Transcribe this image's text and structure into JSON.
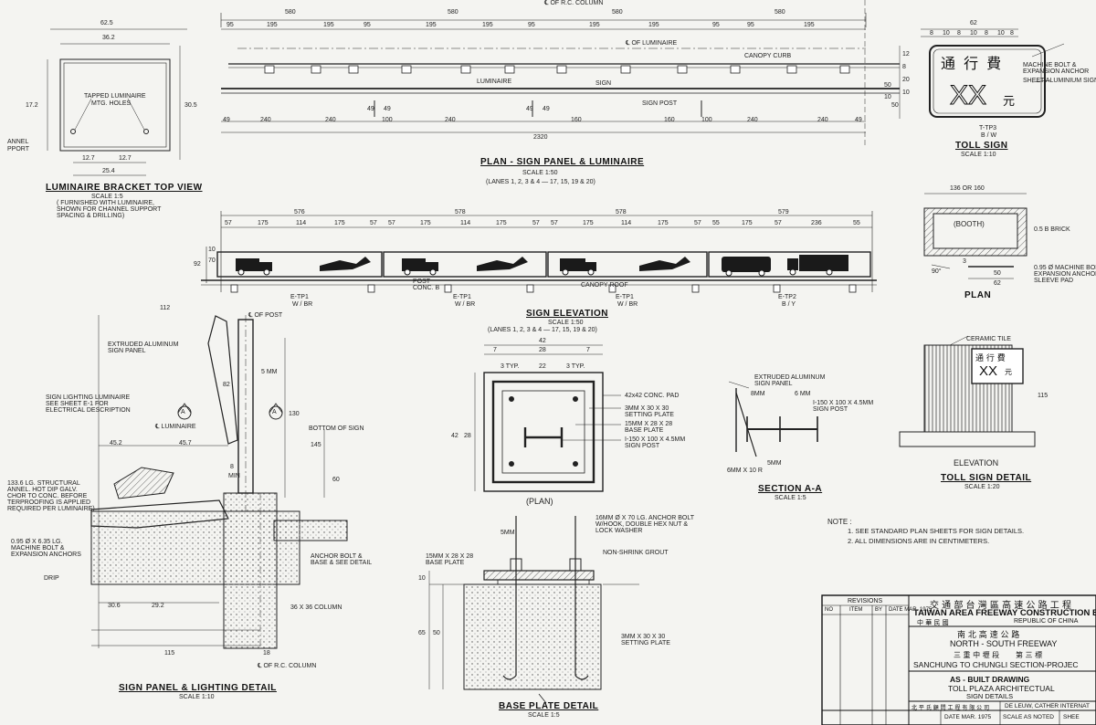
{
  "plan": {
    "title": "PLAN - SIGN PANEL & LUMINAIRE",
    "scale": "SCALE 1:50",
    "lanes": "(LANES 1, 2, 3 & 4 — 17, 15, 19 & 20)",
    "top_dims": [
      "580",
      "580",
      "580",
      "580"
    ],
    "spacing": [
      "95",
      "195",
      "195",
      "95",
      "195",
      "195",
      "95",
      "195",
      "195",
      "95",
      "95",
      "195"
    ],
    "lower_dims": [
      "49",
      "240",
      "240",
      "100",
      "240",
      "160",
      "160",
      "100",
      "240",
      "240",
      "49"
    ],
    "total": "2320",
    "labels": {
      "column_top": "℄ OF R.C. COLUMN",
      "luminaire_cl": "℄ OF LUMINAIRE",
      "canopy_curb": "CANOPY CURB",
      "luminaire": "LUMINAIRE",
      "sign": "SIGN",
      "sign_post": "SIGN POST",
      "d49": "49",
      "d50": "50",
      "d10": "10"
    }
  },
  "bracket": {
    "title": "LUMINAIRE BRACKET TOP VIEW",
    "scale": "SCALE 1:5",
    "note1": "( FURNISHED WITH LUMINAIRE,",
    "note2": "SHOWN FOR CHANNEL SUPPORT",
    "note3": "SPACING & DRILLING)",
    "d1": "62.5",
    "d2": "36.2",
    "d3": "17.2",
    "d4": "30.5",
    "d5": "12.7",
    "d6": "12.7",
    "d7": "25.4",
    "tapped": "TAPPED LUMINAIRE",
    "holes": "MTG. HOLES",
    "annel": "ANNEL",
    "pport": "PPORT"
  },
  "elevation": {
    "title": "SIGN ELEVATION",
    "scale": "SCALE 1:50",
    "lanes": "(LANES 1, 2, 3 & 4 — 17, 15, 19 & 20)",
    "group_dims": [
      "576",
      "578",
      "578",
      "579"
    ],
    "spacing": [
      "57",
      "175",
      "114",
      "175",
      "57",
      "57",
      "175",
      "114",
      "175",
      "57",
      "57",
      "175",
      "114",
      "175",
      "57",
      "55",
      "175",
      "57",
      "236",
      "55"
    ],
    "h1": "92",
    "h2": "70",
    "h3": "10",
    "post_conc1": "POST",
    "post_conc2": "CONC. B",
    "canopy_roof": "CANOPY ROOF",
    "tags": [
      {
        "code": "E-TP1",
        "color": "W / BR"
      },
      {
        "code": "E-TP1",
        "color": "W / BR"
      },
      {
        "code": "E-TP1",
        "color": "W / BR"
      },
      {
        "code": "E-TP2",
        "color": "B / Y"
      }
    ]
  },
  "toll_sign": {
    "title": "TOLL SIGN",
    "scale": "SCALE 1:10",
    "chars": "通 行 費",
    "amount": "XX",
    "unit": "元",
    "width": "62",
    "top_dims": [
      "8",
      "10",
      "8",
      "10",
      "8",
      "10",
      "8"
    ],
    "code": "T-TP3",
    "color": "B / W",
    "bolt1": "MACHINE BOLT &",
    "bolt2": "EXPANSION ANCHOR",
    "sheet": "SHEET ALUMINIUM SIGN",
    "side_dims": [
      "12",
      "8",
      "20",
      "10",
      "50"
    ]
  },
  "booth_plan": {
    "title": "PLAN",
    "dim": "136 OR 160",
    "booth": "(BOOTH)",
    "brick": "0.5 B BRICK",
    "bolt1": "0.95 Ø MACHINE BOLT &",
    "bolt2": "EXPANSION ANCHOR",
    "sleeve": "SLEEVE PAD",
    "angle": "90°",
    "d50": "50",
    "d62": "62",
    "d3": "3"
  },
  "toll_detail": {
    "title": "TOLL SIGN DETAIL",
    "subtitle": "ELEVATION",
    "scale": "SCALE 1:20",
    "ceramic": "CERAMIC TILE",
    "chars": "通 行 費",
    "amount": "XX",
    "unit": "元",
    "d115": "115"
  },
  "detail": {
    "title": "SIGN PANEL & LIGHTING DETAIL",
    "scale": "SCALE 1:10",
    "cl_post": "℄ OF POST",
    "extruded1": "EXTRUDED ALUMINUM",
    "extruded2": "SIGN PANEL",
    "lighting1": "SIGN LIGHTING LUMINAIRE",
    "lighting2": "SEE SHEET E-1 FOR",
    "lighting3": "ELECTRICAL DESCRIPTION",
    "cl_lum": "℄ LUMINAIRE",
    "bottom_sign": "BOTTOM OF SIGN",
    "struct1": "133.6 LG. STRUCTURAL",
    "struct2": "ANNEL. HOT DIP GALV.",
    "struct3": "CHOR TO CONC. BEFORE",
    "struct4": "TERPROOFING IS APPLIED",
    "struct5": "REQUIRED PER LUMINAIRE)",
    "mbolt1": "0.95 Ø X 6.35 LG.",
    "mbolt2": "MACHINE BOLT &",
    "mbolt3": "EXPANSION ANCHORS",
    "drip": "DRIP",
    "anchor1": "ANCHOR BOLT &",
    "anchor2": "BASE & SEE DETAIL",
    "column": "36 X 36  COLUMN",
    "cl_rc": "℄ OF R.C. COLUMN",
    "d112": "112",
    "d45_2": "45.2",
    "d45_7": "45.7",
    "d30_6": "30.6",
    "d29_2": "29.2",
    "d115": "115",
    "d18": "18",
    "d145": "145",
    "d130": "130",
    "d60": "60",
    "d8": "8",
    "d82": "82",
    "d5mm": "5 MM",
    "min": "MIN",
    "sec_a": "A"
  },
  "baseplan": {
    "title": "(PLAN)",
    "d42": "42",
    "d7a": "7",
    "d28": "28",
    "d7b": "7",
    "d3typ1": "3 TYP.",
    "d22": "22",
    "d3typ2": "3 TYP.",
    "side42": "42",
    "side28": "28",
    "pad": "42x42  CONC. PAD",
    "setting1": "3MM X 30 X 30",
    "setting2": "SETTING PLATE",
    "base1": "15MM X 28 X 28",
    "base2": "BASE PLATE",
    "ibeam1": "I-150 X 100 X 4.5MM",
    "ibeam2": "SIGN POST"
  },
  "section": {
    "title": "SECTION A-A",
    "scale": "SCALE 1:5",
    "extruded1": "EXTRUDED ALUMINUM",
    "extruded2": "SIGN PANEL",
    "ibeam1": "I-150 X 100 X 4.5MM",
    "ibeam2": "SIGN POST",
    "d8mm": "8MM",
    "d6mm": "6 MM",
    "d5mm": "5MM",
    "d6x10": "6MM X 10 R"
  },
  "baseplate": {
    "title": "BASE PLATE DETAIL",
    "scale": "SCALE 1:5",
    "anchor1": "16MM Ø X 70 LG. ANCHOR BOLT",
    "anchor2": "W/HOOK, DOUBLE HEX NUT &",
    "anchor3": "LOCK WASHER",
    "grout": "NON-SHRINK GROUT",
    "base1": "15MM X 28 X 28",
    "base2": "BASE PLATE",
    "setting1": "3MM X 30 X 30",
    "setting2": "SETTING PLATE",
    "d5mm": "5MM",
    "d10": "10",
    "d50": "50",
    "d65": "65"
  },
  "notes": {
    "heading": "NOTE :",
    "n1": "1. SEE STANDARD PLAN SHEETS FOR SIGN DETAILS.",
    "n2": "2. ALL DIMENSIONS ARE IN CENTIMETERS."
  },
  "title_block": {
    "revisions": "REVISIONS",
    "rev_no": "NO",
    "item": "ITEM",
    "by": "BY",
    "date": "DATE  MAR. 1975",
    "agency_cn": "交 通 部 台 灣 區 高 速 公 路 工 程",
    "agency_en": "TAIWAN AREA FREEWAY CONSTRUCTION BU",
    "roc_cn": "中 華 民 國",
    "roc_en": "REPUBLIC OF CHINA",
    "freeway_cn": "南   北   高   速   公   路",
    "freeway_en": "NORTH - SOUTH   FREEWAY",
    "section_cn": "三 重 中 壢 段",
    "section_no": "第 三 標",
    "section_en": "SANCHUNG TO CHUNGLI SECTION-PROJEC",
    "drawing_1": "AS - BUILT  DRAWING",
    "drawing_2": "TOLL  PLAZA  ARCHITECTUAL",
    "drawing_3": "SIGN  DETAILS",
    "firm_cn": "北 平 氏 顧 問 工 程 有 限 公 司",
    "firm_en": "DE LEUW, CATHER INTERNAT",
    "scale": "SCALE  AS  NOTED",
    "sheet": "SHEE"
  }
}
